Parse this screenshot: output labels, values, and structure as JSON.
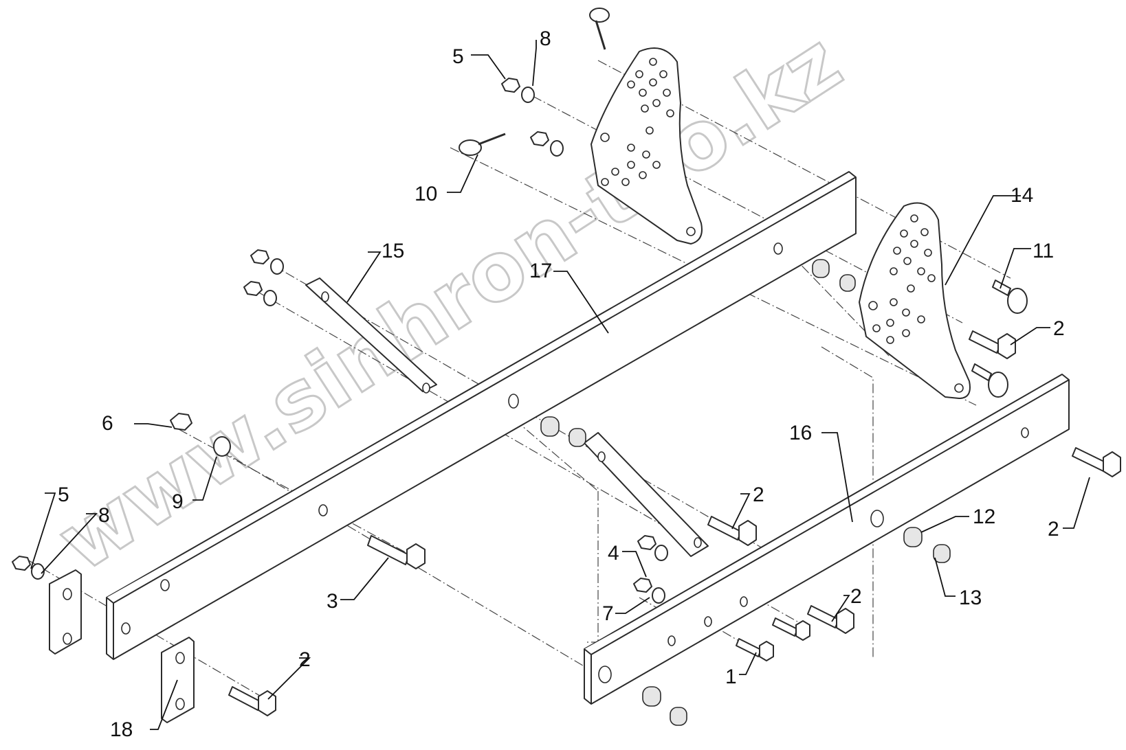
{
  "watermark": "www.sinhron-too.kz",
  "callouts": [
    {
      "id": "c5a",
      "text": "5"
    },
    {
      "id": "c8a",
      "text": "8"
    },
    {
      "id": "c10",
      "text": "10"
    },
    {
      "id": "c14",
      "text": "14"
    },
    {
      "id": "c11",
      "text": "11"
    },
    {
      "id": "c15",
      "text": "15"
    },
    {
      "id": "c17",
      "text": "17"
    },
    {
      "id": "c2a",
      "text": "2"
    },
    {
      "id": "c6",
      "text": "6"
    },
    {
      "id": "c16",
      "text": "16"
    },
    {
      "id": "c9",
      "text": "9"
    },
    {
      "id": "c5b",
      "text": "5"
    },
    {
      "id": "c8b",
      "text": "8"
    },
    {
      "id": "c2b",
      "text": "2"
    },
    {
      "id": "c12",
      "text": "12"
    },
    {
      "id": "c2c",
      "text": "2"
    },
    {
      "id": "c4",
      "text": "4"
    },
    {
      "id": "c3",
      "text": "3"
    },
    {
      "id": "c13",
      "text": "13"
    },
    {
      "id": "c7",
      "text": "7"
    },
    {
      "id": "c2d",
      "text": "2"
    },
    {
      "id": "c1",
      "text": "1"
    },
    {
      "id": "c2e",
      "text": "2"
    },
    {
      "id": "c18",
      "text": "18"
    }
  ]
}
